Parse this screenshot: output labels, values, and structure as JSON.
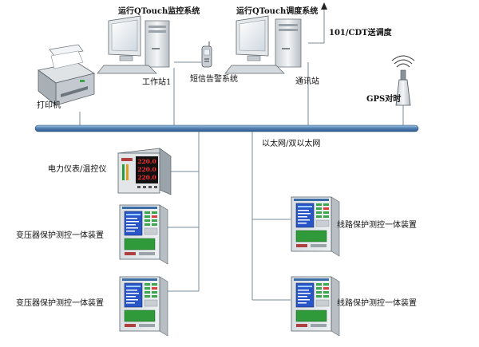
{
  "labels": {
    "monitor_system": "运行QTouch监控系统",
    "dispatch_system": "运行QTouch调度系统",
    "dispatch_link": "101/CDT送调度",
    "workstation": "工作站1",
    "sms_alarm": "短信告警系统",
    "comm_station": "通讯站",
    "printer": "打印机",
    "gps": "GPS对时",
    "ethernet": "以太网/双以太网",
    "power_meter": "电力仪表/温控仪",
    "transformer_unit_1": "变压器保护测控一体装置",
    "transformer_unit_2": "变压器保护测控一体装置",
    "line_unit_1": "线路保护测控一体装置",
    "line_unit_2": "线路保护测控一体装置"
  },
  "meter_readings": [
    "220.0",
    "220.0",
    "220.0"
  ],
  "colors": {
    "bus": "#5a88b8",
    "wire": "#7a8a9a",
    "device_body": "#e3e8ea",
    "device_screen": "#2a55c8",
    "device_green": "#2e9a3a",
    "meter_display": "#111111",
    "meter_digits": "#ff2a2a"
  },
  "icons": {
    "computer": "desktop-computer-icon",
    "printer": "printer-icon",
    "phone": "mobile-phone-icon",
    "antenna": "gps-antenna-icon",
    "meter": "power-meter-icon",
    "protection_device": "protection-relay-icon"
  }
}
